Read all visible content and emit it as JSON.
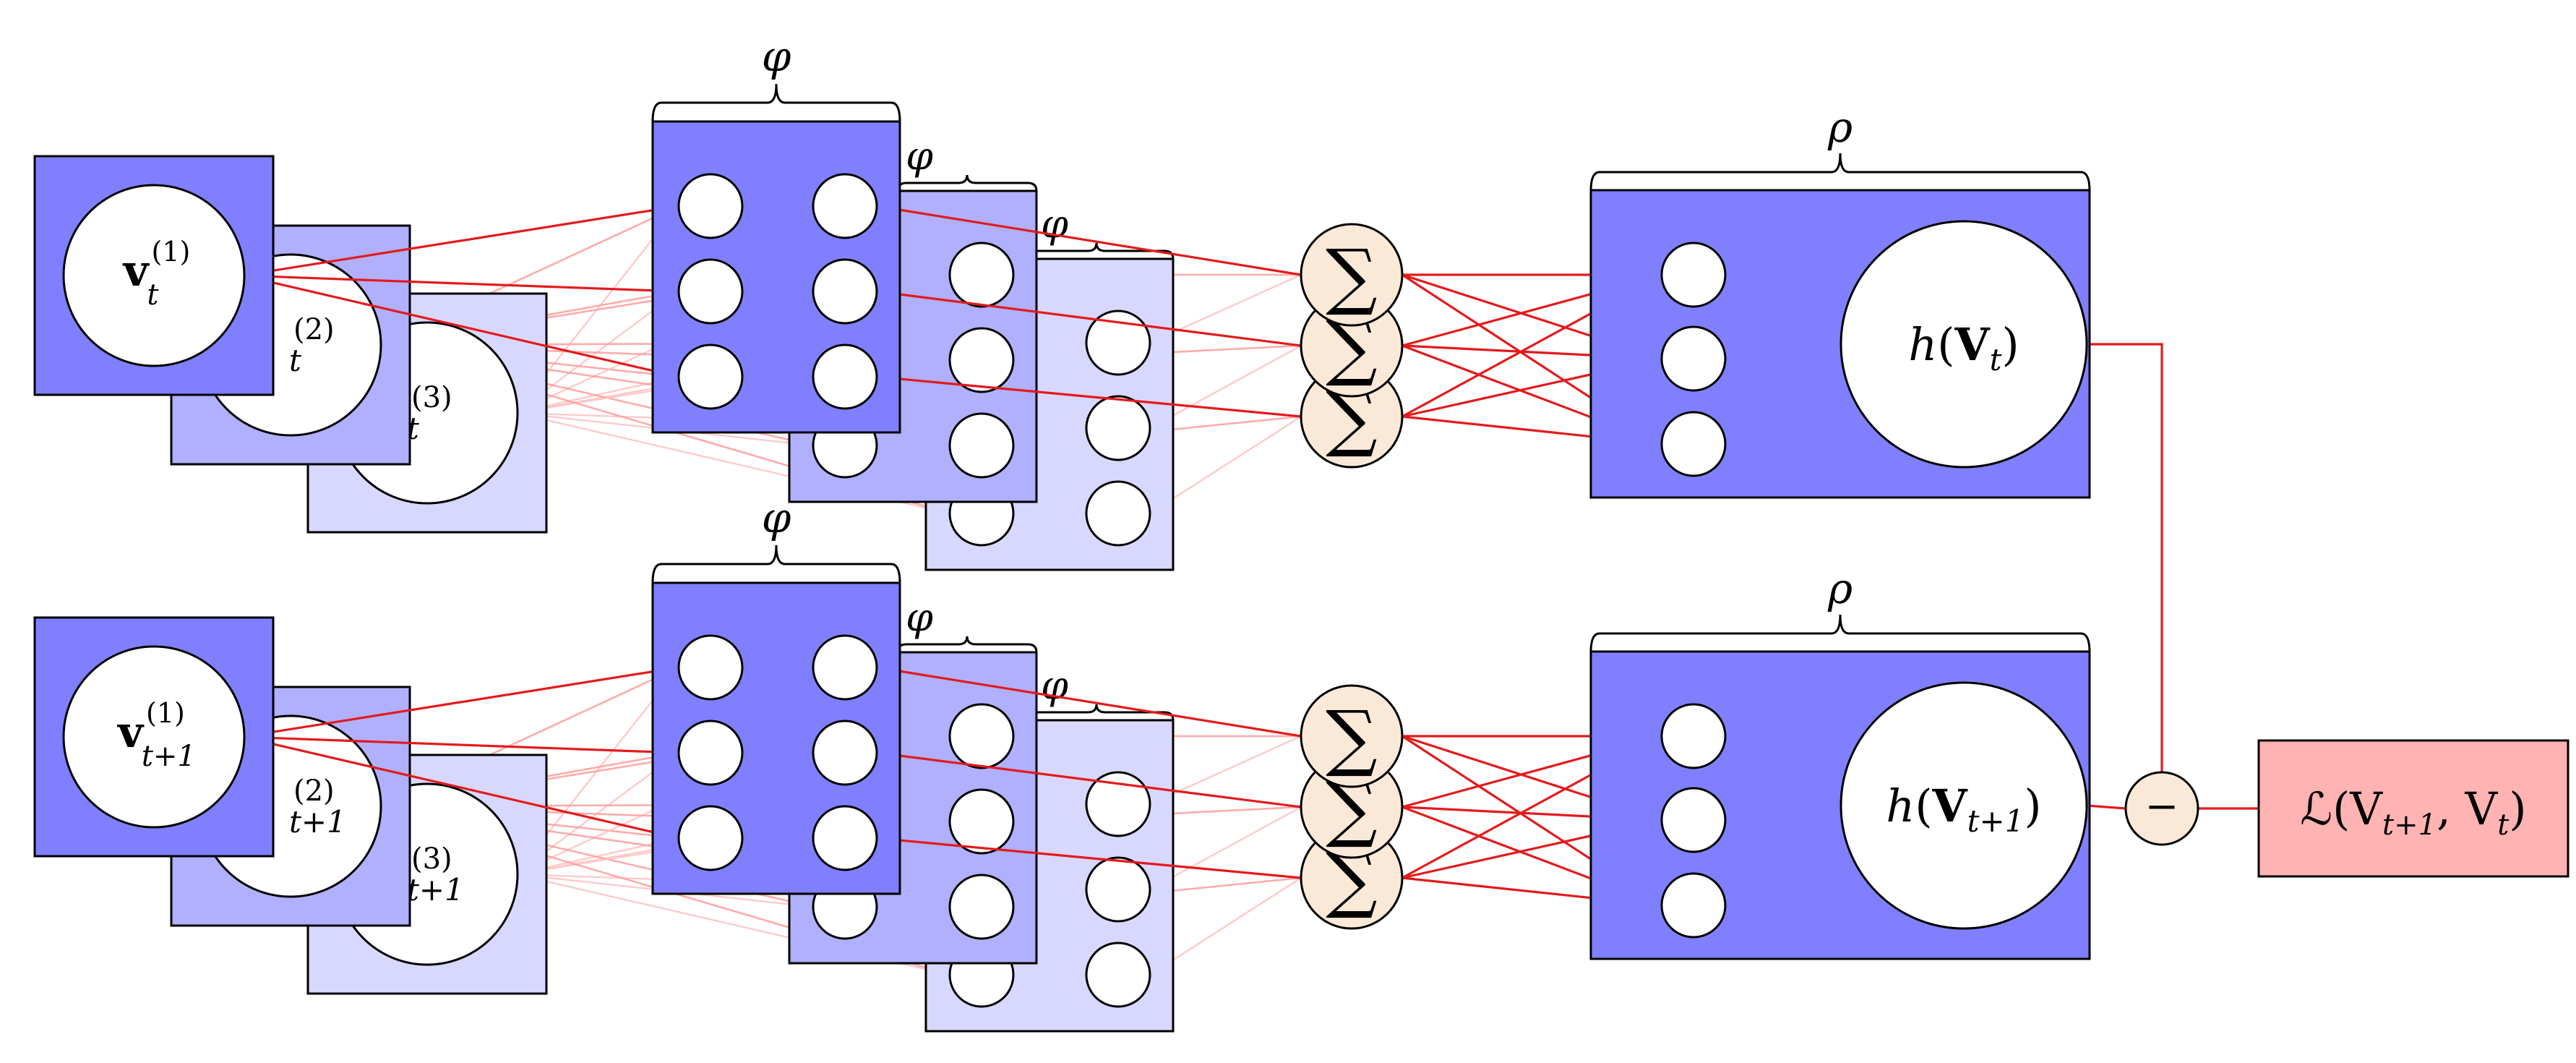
{
  "labels": {
    "phi": "φ",
    "rho": "ρ",
    "sum": "∑",
    "minus": "−",
    "v_letter": "v",
    "sub_t": "t",
    "sub_t1": "t+1",
    "sup_1": "(1)",
    "sup_2": "(2)",
    "sup_3": "(3)",
    "h_top": "h(V",
    "h_top_sub": "t",
    "h_bottom": "h(V",
    "h_bottom_sub": "t+1",
    "close_paren": ")",
    "loss_main": "ℒ(V",
    "loss_sub1": "t+1",
    "loss_mid": ", V",
    "loss_sub2": "t",
    "loss_close": ")"
  },
  "colors": {
    "layer_front": "#8080ff",
    "layer_mid": "#b0b0ff",
    "layer_back": "#d8d8ff",
    "edge": "#e31a1c",
    "sum_fill": "#fbe9d8",
    "loss_fill": "#ffb3b3"
  }
}
